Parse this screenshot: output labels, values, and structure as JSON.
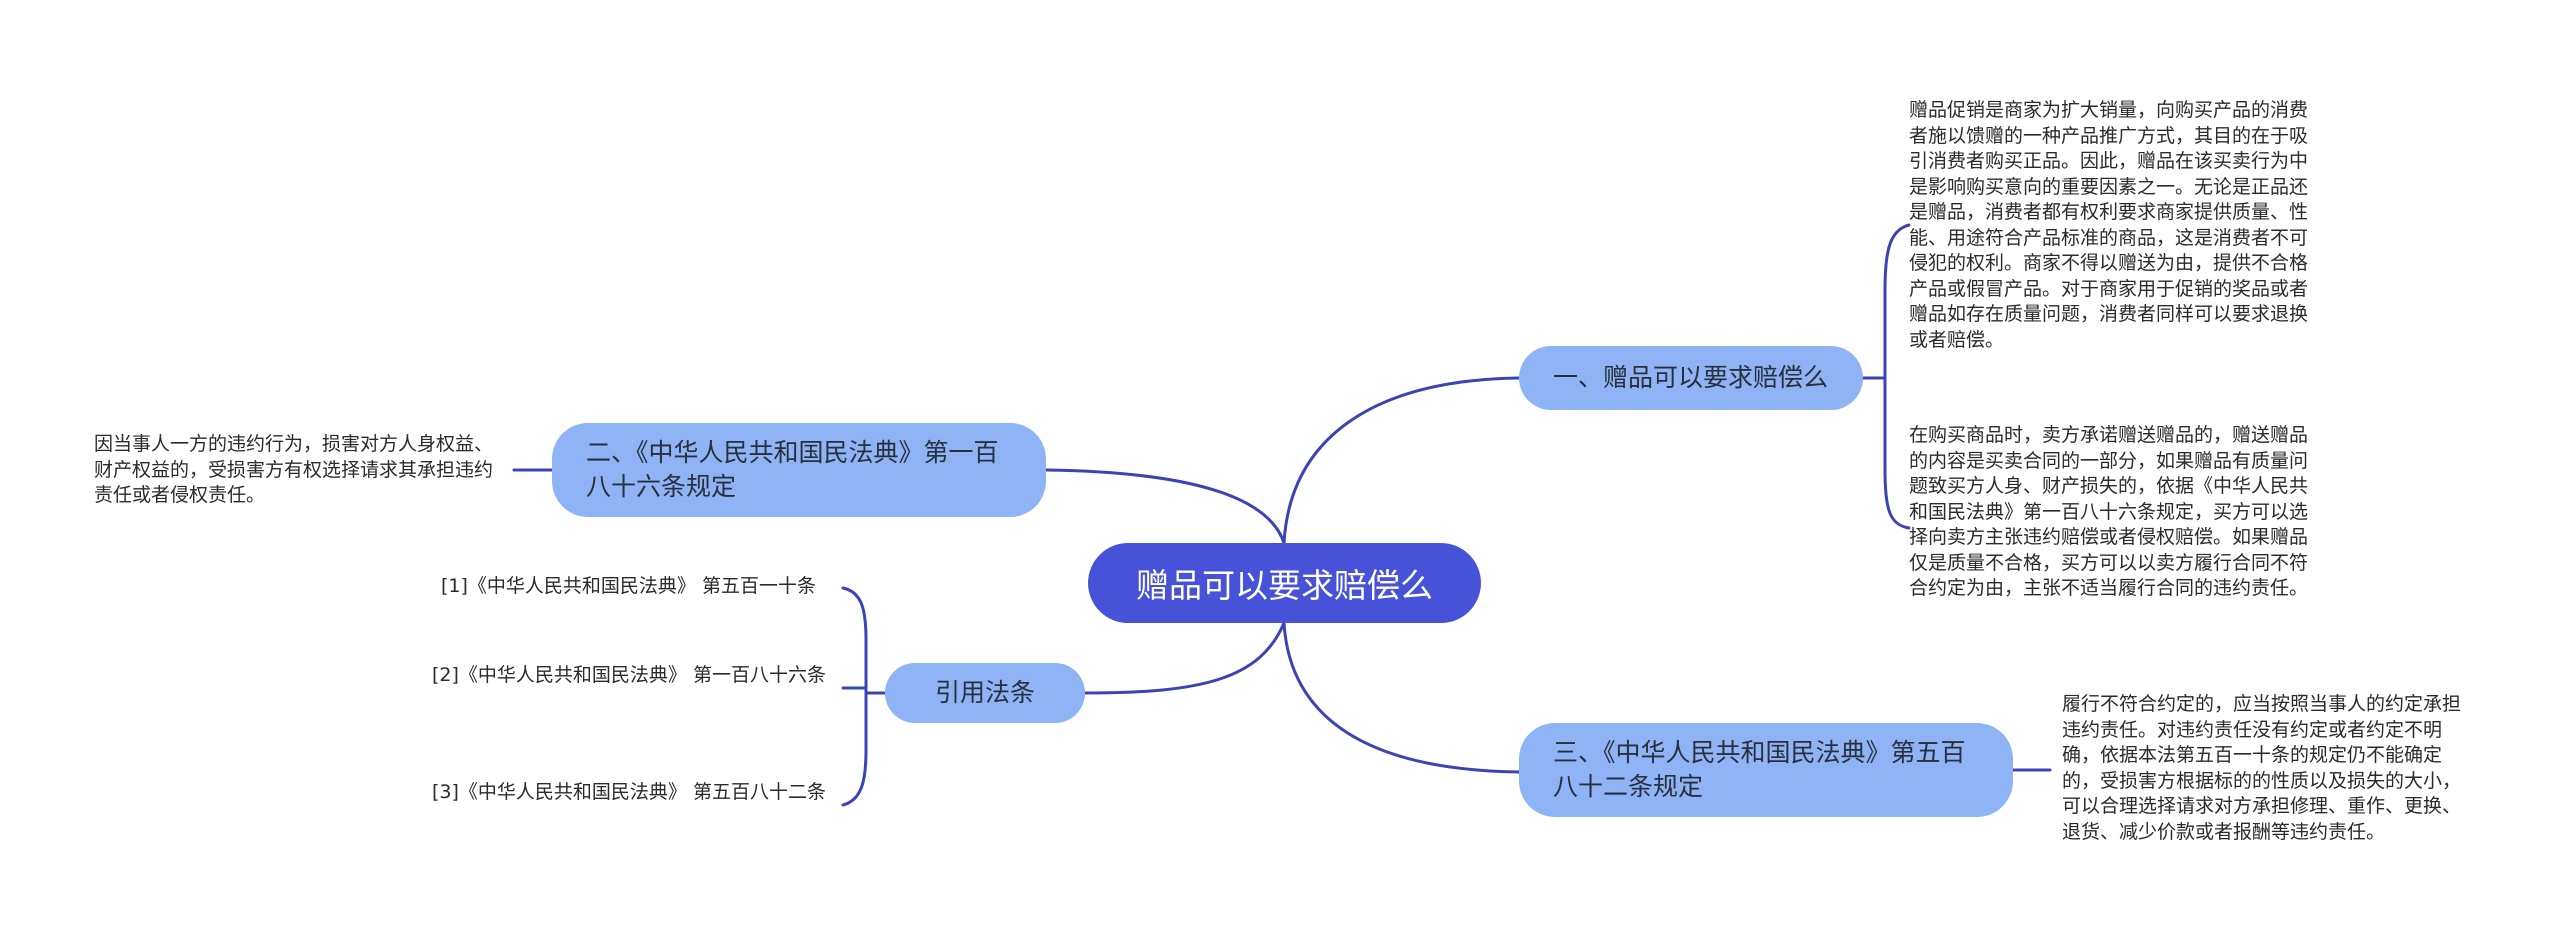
{
  "root": {
    "label": "赠品可以要求赔偿么"
  },
  "branches": {
    "b1": "一、赠品可以要求赔偿么",
    "b2": "二、《中华人民共和国民法典》第一百八十六条规定",
    "b3": "引用法条",
    "b4": "三、《中华人民共和国民法典》第五百八十二条规定"
  },
  "notes": {
    "n1": "赠品促销是商家为扩大销量，向购买产品的消费者施以馈赠的一种产品推广方式，其目的在于吸引消费者购买正品。因此，赠品在该买卖行为中是影响购买意向的重要因素之一。无论是正品还是赠品，消费者都有权利要求商家提供质量、性能、用途符合产品标准的商品，这是消费者不可侵犯的权利。商家不得以赠送为由，提供不合格产品或假冒产品。对于商家用于促销的奖品或者赠品如存在质量问题，消费者同样可以要求退换或者赔偿。",
    "n2": "在购买商品时，卖方承诺赠送赠品的，赠送赠品的内容是买卖合同的一部分，如果赠品有质量问题致买方人身、财产损失的，依据《中华人民共和国民法典》第一百八十六条规定，买方可以选择向卖方主张违约赔偿或者侵权赔偿。如果赠品仅是质量不合格，买方可以以卖方履行合同不符合约定为由，主张不适当履行合同的违约责任。",
    "n3": "因当事人一方的违约行为，损害对方人身权益、财产权益的，受损害方有权选择请求其承担违约责任或者侵权责任。",
    "n4": "履行不符合约定的，应当按照当事人的约定承担违约责任。对违约责任没有约定或者约定不明确，依据本法第五百一十条的规定仍不能确定的，受损害方根据标的的性质以及损失的大小，可以合理选择请求对方承担修理、重作、更换、退货、减少价款或者报酬等违约责任。"
  },
  "refs": {
    "r1": "[1]《中华人民共和国民法典》 第五百一十条",
    "r2": "[2]《中华人民共和国民法典》 第一百八十六条",
    "r3": "[3]《中华人民共和国民法典》 第五百八十二条"
  },
  "colors": {
    "root": "#4652d8",
    "branch": "#8eb4f6",
    "line": "#3b44b5",
    "text": "#2b2b2b"
  }
}
